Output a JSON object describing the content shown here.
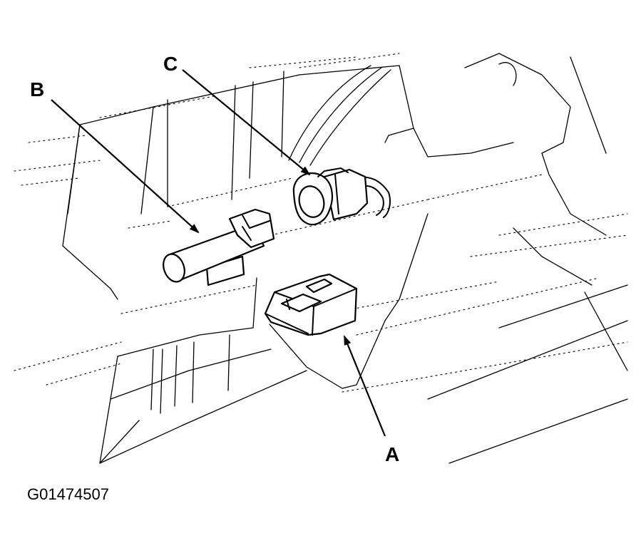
{
  "callouts": {
    "a": "A",
    "b": "B",
    "c": "C"
  },
  "figure_id": "G01474507",
  "icons": {
    "connector_a": "connector-socket-icon",
    "sensor_b": "sensor-icon",
    "connector_c": "harness-connector-icon"
  }
}
